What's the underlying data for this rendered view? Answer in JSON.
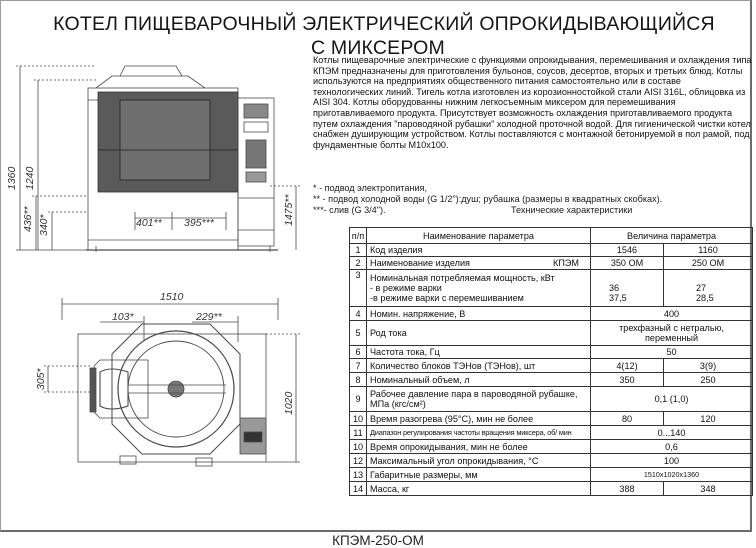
{
  "title_line1": "КОТЕЛ ПИЩЕВАРОЧНЫЙ ЭЛЕКТРИЧЕСКИЙ ОПРОКИДЫВАЮЩИЙСЯ",
  "title_line2": "С МИКСЕРОМ",
  "description": "Котлы пищеварочные электрические с функциями опрокидывания, перемешивания и охлаждения типа КПЭМ предназначены для приготовления бульонов, соусов, десертов, вторых и третьих блюд. Котлы используются на предприятиях общественного питания самостоятельно или в составе технологических линий. Тигель котла изготовлен из корозионностойкой стали AISI 316L, облицовка из AISI 304. Котлы оборудованны нижним легкосъемным миксером для перемешивания приготавливаемого продукта. Присутствует возможность охлаждения приготавливаемого продукта путем охлаждения \"пароводяной рубашки\" холодной проточной водой. Для гигиенической чистки котел снабжен душирующим устройством. Котлы поставляются с монтажной бетонируемой в пол рамой, под фундаментные болты М10х100.",
  "notes": {
    "n1": "* - подвод электропитания,",
    "n2": "** - подвод холодной воды (G 1/2\"):душ; рубашка (размеры в квадратных скобках).",
    "n3": "***- слив (G 3/4\").",
    "table_title": "Технические характеристики"
  },
  "drawing": {
    "h_total": "1360",
    "h_body": "1240",
    "h_436": "436**",
    "h_340": "340*",
    "w_401": "401**",
    "w_395": "395***",
    "h_1475": "1475**",
    "w_total": "1510",
    "w_103": "103*",
    "w_229": "229**",
    "h_305": "305*",
    "depth": "1020"
  },
  "table": {
    "head": {
      "num": "п/п",
      "param": "Наименование параметра",
      "value": "Величина параметра"
    },
    "rows": [
      {
        "n": "1",
        "name": "Код изделия",
        "v1": "1546",
        "v2": "1160"
      },
      {
        "n": "2",
        "name": "Наименование изделия",
        "extra": "КПЭМ",
        "v1": "350 ОМ",
        "v2": "250 ОМ"
      },
      {
        "n": "3",
        "name": "Номинальная потребляемая мощность, кВт",
        "sub1": " - в режиме варки",
        "sub2": "-в режиме варки с перемешиванием",
        "v1a": "36",
        "v1b": "37,5",
        "v2a": "27",
        "v2b": "28,5"
      },
      {
        "n": "4",
        "name": "Номин. напряжение, В",
        "v": "400"
      },
      {
        "n": "5",
        "name": "Род тока",
        "v": "трехфазный с нетралью, переменный"
      },
      {
        "n": "6",
        "name": "Частота тока, Гц",
        "v": "50"
      },
      {
        "n": "7",
        "name": "Количество блоков ТЭНов (ТЭНов), шт",
        "v1": "4(12)",
        "v2": "3(9)"
      },
      {
        "n": "8",
        "name": "Номинальный объем, л",
        "v1": "350",
        "v2": "250"
      },
      {
        "n": "9",
        "name": "Рабочее давление пара в пароводяной рубашке, МПа (кгс/см²)",
        "v": "0,1 (1,0)"
      },
      {
        "n": "10",
        "name": "Время разогрева (95°С), мин не более",
        "v1": "80",
        "v2": "120"
      },
      {
        "n": "11",
        "name": "Диапазон регулирования частоты вращения миксера, об/ мин",
        "v": "0...140"
      },
      {
        "n": "10",
        "name": "Время опрокидывания, мин не более",
        "v": "0,6"
      },
      {
        "n": "12",
        "name": "Максимальный угол опрокидывания, °С",
        "v": "100"
      },
      {
        "n": "13",
        "name": "Габаритные размеры, мм",
        "v": "1510х1020х1360"
      },
      {
        "n": "14",
        "name": "Масса, кг",
        "v1": "388",
        "v2": "348"
      }
    ]
  },
  "caption": "КПЭМ-250-ОМ"
}
